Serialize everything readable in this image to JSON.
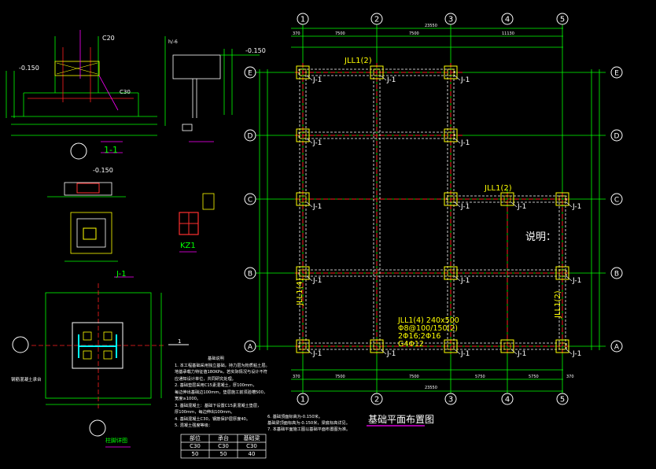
{
  "grid": {
    "columns": [
      "1",
      "2",
      "3",
      "4",
      "5"
    ],
    "rows": [
      "E",
      "D",
      "C",
      "B",
      "A"
    ]
  },
  "column_tag": "J-1",
  "beams": {
    "top": "JLL1(2)",
    "mid": "JLL1(2)",
    "left": "JLL1(4)",
    "right": "JLL1(2)",
    "spec_line1": "JLL1(4) 240x500",
    "spec_line2": "Φ8@100/150(2)",
    "spec_line3": "2Φ16;2Φ16",
    "spec_line4": "G4Φ12"
  },
  "plan_title": "基础平面布置图",
  "notes_heading": "说明：",
  "dims": {
    "top_total": "23550",
    "top_left": "370",
    "top_s1": "7500",
    "top_s2": "7500",
    "top_s3": "11130",
    "bot_total": "23550",
    "bot_left": "370",
    "bot_s1": "7500",
    "bot_s2": "7500",
    "bot_s3": "5750",
    "bot_s4": "5750",
    "bot_right": "370"
  },
  "section": {
    "title": "1-1",
    "elev": "-0.150",
    "concrete": "C20",
    "concrete2": "C30"
  },
  "detail_b": {
    "elev": "-0.150",
    "spec": "h/-6"
  },
  "detail_j1": {
    "title": "J-1",
    "elev": "-0.150"
  },
  "kz1": {
    "title": "KZ1"
  },
  "bottom_detail": {
    "title": "柱脚详图",
    "label_left": "钢筋混凝土承台",
    "marker": "1"
  },
  "spec_notes": {
    "heading": "基础说明",
    "lines": [
      "1. 本工程基础采用独立基础，持力层为粉质粘土层。",
      "   地基承载力特征值180KPa，若实际情况与设计不符",
      "   应通知设计单位，共同研究处理。",
      "2. 基础垫层采用C15素混凝土，厚100mm，",
      "   每边伸出基础边100mm，垫层施工前须验槽500，",
      "   宽度≥1000。",
      "3. 基础混凝土：基础下设置C15素混凝土垫层，",
      "   厚100mm，每边伸出100mm。",
      "4. 基础混凝土C30，钢筋保护层厚度40。",
      "5. 混凝土强度等级："
    ],
    "right_lines": [
      "6. 基础顶面标高为-0.150米。",
      "   基础梁顶面标高为-0.150米，梁底标高详见。",
      "7. 本基础平面施工图以基础平面布置图为准。"
    ]
  },
  "mat_table": {
    "headers": [
      "部位",
      "承台",
      "基础梁"
    ],
    "rows": [
      [
        "C30",
        "C30",
        "C30"
      ],
      [
        "50",
        "50",
        "40"
      ]
    ]
  }
}
